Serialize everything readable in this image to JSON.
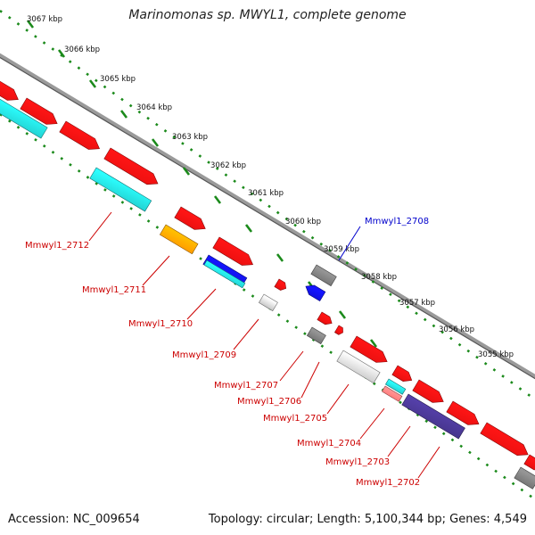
{
  "title": "Marinomonas sp. MWYL1, complete genome",
  "footer": {
    "accession": "Accession: NC_009654",
    "stats": "Topology: circular; Length: 5,100,344 bp; Genes: 4,549"
  },
  "colors": {
    "backbone": "#888888",
    "tick": "#1b8a1b",
    "cds": "#ee1111",
    "rna_cyan": "#22cccc",
    "orange": "#ff9900",
    "blue": "#1111dd",
    "gray": "#777777",
    "light_gray": "#c8c8c8",
    "purple": "#443388",
    "pink": "#ff7777",
    "label_red": "#cc0000",
    "label_blue": "#0000cc"
  },
  "kbp_labels": [
    "3067 kbp",
    "3066 kbp",
    "3065 kbp",
    "3064 kbp",
    "3063 kbp",
    "3062 kbp",
    "3061 kbp",
    "3060 kbp",
    "3059 kbp",
    "3058 kbp",
    "3057 kbp",
    "3056 kbp",
    "3055 kbp"
  ],
  "gene_labels": [
    "Mmwyl1_2708",
    "Mmwyl1_2712",
    "Mmwyl1_2711",
    "Mmwyl1_2710",
    "Mmwyl1_2709",
    "Mmwyl1_2707",
    "Mmwyl1_2706",
    "Mmwyl1_2705",
    "Mmwyl1_2704",
    "Mmwyl1_2703",
    "Mmwyl1_2702"
  ]
}
